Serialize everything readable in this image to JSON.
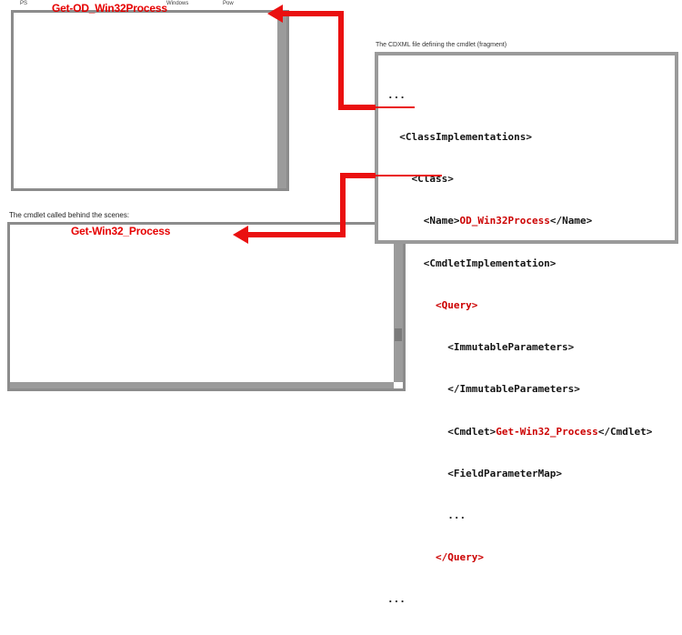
{
  "colors": {
    "arrow_red": "#ea1010",
    "annotation_red": "#e60000",
    "xml_red": "#cc0000",
    "border_gray": "#8c8c8c",
    "panel_border_gray": "#9a9a9a"
  },
  "top_console": {
    "title_fragments": [
      "PS",
      "Windows",
      "Pow"
    ],
    "annotation": "Get-OD_Win32Process"
  },
  "cdxml_panel": {
    "caption": "The CDXML file defining the cmdlet (fragment)",
    "lines": [
      {
        "pre": "...",
        "red": "",
        "post": ""
      },
      {
        "pre": "  <ClassImplementations>",
        "red": "",
        "post": ""
      },
      {
        "pre": "    <Class>",
        "red": "",
        "post": ""
      },
      {
        "pre": "      <Name>",
        "red": "OD_Win32Process",
        "post": "</Name>"
      },
      {
        "pre": "      <CmdletImplementation>",
        "red": "",
        "post": ""
      },
      {
        "pre": "        ",
        "red": "<Query>",
        "post": ""
      },
      {
        "pre": "          <ImmutableParameters>",
        "red": "",
        "post": ""
      },
      {
        "pre": "          </ImmutableParameters>",
        "red": "",
        "post": ""
      },
      {
        "pre": "          <Cmdlet>",
        "red": "Get-Win32_Process",
        "post": "</Cmdlet>"
      },
      {
        "pre": "          <FieldParameterMap>",
        "red": "",
        "post": ""
      },
      {
        "pre": "          ...",
        "red": "",
        "post": ""
      },
      {
        "pre": "        ",
        "red": "</Query>",
        "post": ""
      },
      {
        "pre": "...",
        "red": "",
        "post": ""
      }
    ]
  },
  "bottom_console": {
    "caption": "The cmdlet called behind the scenes:",
    "annotation": "Get-Win32_Process"
  }
}
